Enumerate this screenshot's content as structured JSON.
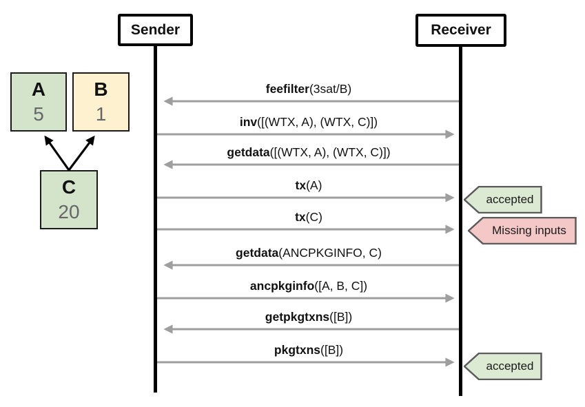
{
  "actors": {
    "sender": "Sender",
    "receiver": "Receiver"
  },
  "dag": {
    "nodes": [
      {
        "id": "A",
        "label": "A",
        "value": "5",
        "color": "#d3e4ca"
      },
      {
        "id": "B",
        "label": "B",
        "value": "1",
        "color": "#fdf1cf"
      },
      {
        "id": "C",
        "label": "C",
        "value": "20",
        "color": "#d3e4ca"
      }
    ],
    "edges": [
      {
        "from": "C",
        "to": "A"
      },
      {
        "from": "C",
        "to": "B"
      }
    ]
  },
  "messages": [
    {
      "fn": "feefilter",
      "args": "(3sat/B)",
      "direction": "to-sender"
    },
    {
      "fn": "inv",
      "args": "([(WTX, A), (WTX, C)])",
      "direction": "to-receiver"
    },
    {
      "fn": "getdata",
      "args": "([(WTX, A), (WTX, C)])",
      "direction": "to-sender"
    },
    {
      "fn": "tx",
      "args": "(A)",
      "direction": "to-receiver",
      "result": "accepted"
    },
    {
      "fn": "tx",
      "args": "(C)",
      "direction": "to-receiver",
      "result": "Missing inputs"
    },
    {
      "fn": "getdata",
      "args": "(ANCPKGINFO, C)",
      "direction": "to-sender"
    },
    {
      "fn": "ancpkginfo",
      "args": "([A, B, C])",
      "direction": "to-receiver"
    },
    {
      "fn": "getpkgtxns",
      "args": "([B])",
      "direction": "to-sender"
    },
    {
      "fn": "pkgtxns",
      "args": "([B])",
      "direction": "to-receiver",
      "result": "accepted"
    }
  ],
  "tags": [
    {
      "label": "accepted",
      "status": "success",
      "color": "#dcead3"
    },
    {
      "label": "Missing inputs",
      "status": "error",
      "color": "#f5c8c8"
    },
    {
      "label": "accepted",
      "status": "success",
      "color": "#dcead3"
    }
  ],
  "colors": {
    "node_green": "#d3e4ca",
    "node_yellow": "#fdf1cf",
    "tag_green": "#dcead3",
    "tag_pink": "#f5c8c8",
    "arrow_gray": "#9e9e9e",
    "tag_border": "#5a5a5a",
    "line_black": "#000000"
  }
}
